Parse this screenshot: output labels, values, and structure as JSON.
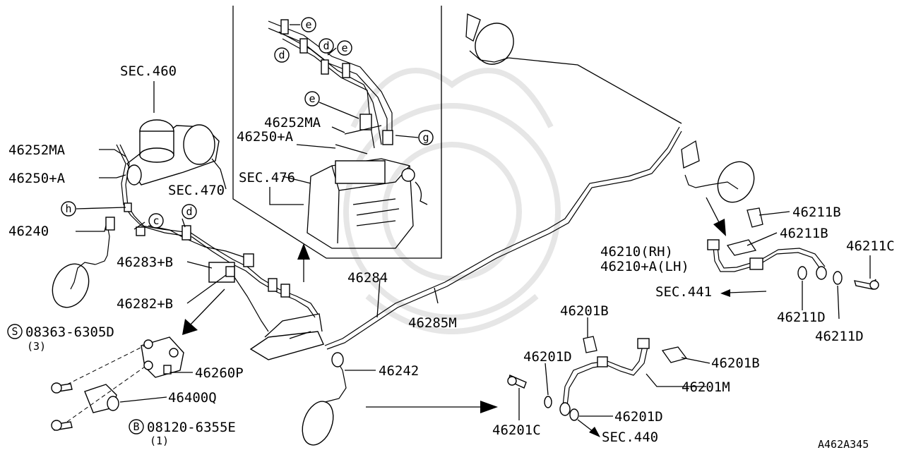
{
  "diagram_id": "A462A345",
  "sections": {
    "sec460": "SEC.460",
    "sec470": "SEC.470",
    "sec476": "SEC.476",
    "sec441": "SEC.441",
    "sec440": "SEC.440"
  },
  "parts": {
    "p46252ma_left": "46252MA",
    "p46250a_left": "46250+A",
    "p46252ma_inset": "46252MA",
    "p46250a_inset": "46250+A",
    "p46240": "46240",
    "p46283b": "46283+B",
    "p46282b": "46282+B",
    "p46260p": "46260P",
    "p46400q": "46400Q",
    "p46284": "46284",
    "p46285m": "46285M",
    "p46242": "46242",
    "p46201b_top": "46201B",
    "p46201d_top": "46201D",
    "p46201b_right": "46201B",
    "p46201m": "46201M",
    "p46201d_bottom": "46201D",
    "p46201c": "46201C",
    "p46211b_top": "46211B",
    "p46211b_mid": "46211B",
    "p46211c": "46211C",
    "p46210_rh": "46210(RH)",
    "p46210a_lh": "46210+A(LH)",
    "p46211d_left": "46211D",
    "p46211d_right": "46211D"
  },
  "screws": {
    "s_symbol": "S",
    "s_part": "08363-6305D",
    "s_qty": "(3)",
    "b_symbol": "B",
    "b_part": "08120-6355E",
    "b_qty": "(1)"
  },
  "callouts": {
    "c": "c",
    "d_left": "d",
    "h": "h",
    "e_top": "e",
    "d_inset_a": "d",
    "d_inset_b": "d",
    "e_inset_b": "e",
    "e_inset_c": "e",
    "g": "g"
  }
}
